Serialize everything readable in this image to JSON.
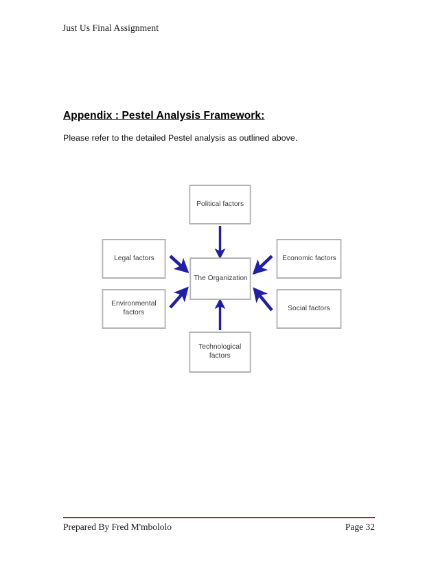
{
  "document": {
    "header": "Just Us Final Assignment",
    "title": "Appendix : Pestel Analysis Framework:",
    "intro": "Please refer to the detailed Pestel analysis as outlined above."
  },
  "diagram": {
    "center": {
      "label": "The Organization"
    },
    "nodes": {
      "political": "Political factors",
      "legal": "Legal factors",
      "economic": "Economic factors",
      "environmental_line1": "Environmental",
      "environmental_line2": "factors",
      "social": "Social factors",
      "technological_line1": "Technological",
      "technological_line2": "factors"
    },
    "colors": {
      "arrow": "#1f1fa8",
      "box_border": "#b3b3b3",
      "box_fill": "#ffffff",
      "box_text": "#3a3a3a"
    }
  },
  "footer": {
    "prepared_by": "Prepared By Fred M'mbololo",
    "page": "Page 32",
    "rule_color": "#7a3b3d"
  }
}
